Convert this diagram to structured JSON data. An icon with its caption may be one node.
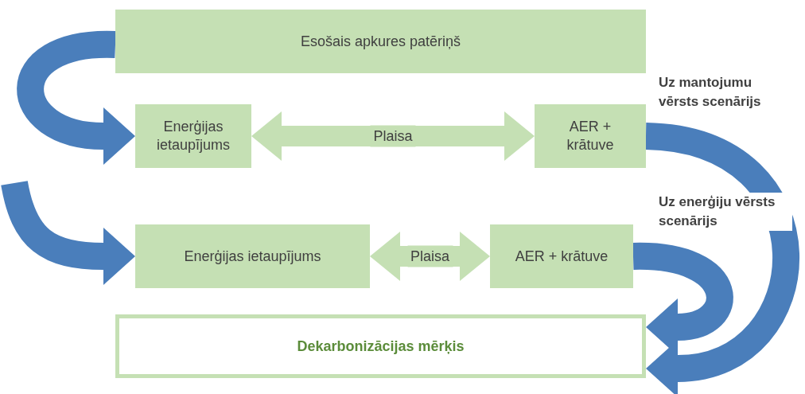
{
  "diagram": {
    "nodes": [
      {
        "text": [
          "Esošais apkures patēriņš"
        ]
      },
      {
        "text": [
          "Enerģijas ietaupījums"
        ]
      },
      {
        "text": [
          "AER + krātuve"
        ]
      },
      {
        "text": [
          "Enerģijas ietaupījums"
        ]
      },
      {
        "text": [
          "AER + krātuve"
        ]
      },
      {
        "text": [
          "Dekarbonizācijas mērķis"
        ]
      }
    ],
    "edges": [
      {
        "from": 0,
        "to": 1,
        "arrow": "to"
      },
      {
        "from": null,
        "to": 3,
        "arrow": "to"
      },
      {
        "from": 1,
        "to": 2,
        "arrow": "both",
        "label": "Plaisa",
        "color": "#c5e0b4"
      },
      {
        "from": 3,
        "to": 4,
        "arrow": "both",
        "label": "Plaisa",
        "color": "#c5e0b4"
      },
      {
        "from": 2,
        "to": 5,
        "arrow": "to"
      },
      {
        "from": 4,
        "to": 5,
        "arrow": "to"
      }
    ],
    "labels": [
      "Uz mantojumu vērsts scenārijs",
      "Uz enerģiju vērsts scenārijs"
    ]
  }
}
